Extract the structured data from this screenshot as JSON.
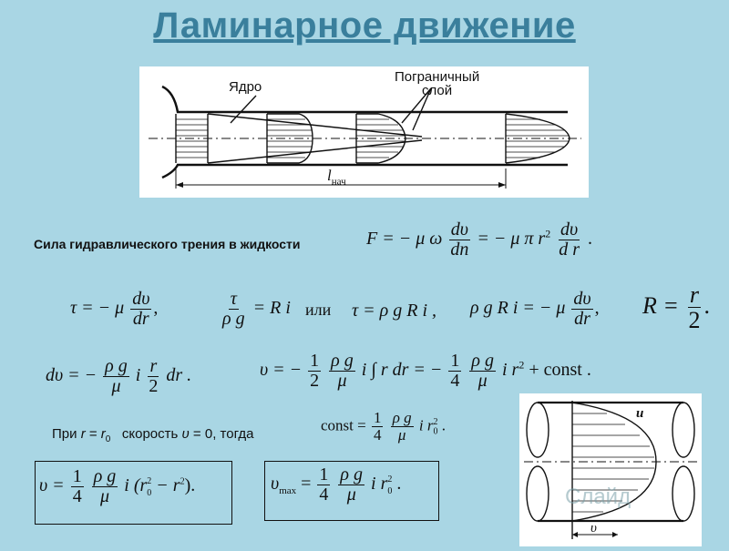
{
  "title": "Ламинарное движение",
  "diagram_top": {
    "core_label": "Ядро",
    "boundary_label_1": "Пограничный",
    "boundary_label_2": "слой",
    "length_label": "l",
    "length_sub": "нач"
  },
  "friction_label": "Сила гидравлического трения в жидкости",
  "eq_F": {
    "lhs": "F = − μ ω",
    "num1": "dυ",
    "den1": "dn",
    "mid": "= − μ π r",
    "sq": "2",
    "num2": "dυ",
    "den2": "d r",
    "end": "."
  },
  "eq_tau1": {
    "lhs": "τ = − μ",
    "num": "dυ",
    "den": "dr",
    "end": ","
  },
  "eq_tau2": {
    "num": "τ",
    "den": "ρ g",
    "rhs": "= R i"
  },
  "or_word": "или",
  "eq_tau3": {
    "text": "τ = ρ g R i ,"
  },
  "eq_rhog": {
    "lhs": "ρ g R i = − μ",
    "num": "dυ",
    "den": "dr",
    "end": ","
  },
  "eq_R": {
    "lhs": "R =",
    "num": "r",
    "den": "2",
    "end": "."
  },
  "eq_dv": {
    "lhs": "dυ = −",
    "num1": "ρ g",
    "den1": "μ",
    "mid": "i",
    "num2": "r",
    "den2": "2",
    "end": "dr ."
  },
  "eq_v": {
    "lhs": "υ = −",
    "n1": "1",
    "d1": "2",
    "n2": "ρ g",
    "d2": "μ",
    "mid": "i ∫ r dr = −",
    "n3": "1",
    "d3": "4",
    "n4": "ρ g",
    "d4": "μ",
    "tail": "i r",
    "sq": "2",
    "end": "+ const ."
  },
  "condition": {
    "pre": "При",
    "r": "r",
    "eq": "=",
    "r0": "r",
    "sub0": "0",
    "mid": "скорость",
    "v": "υ",
    "post": "= 0, тогда"
  },
  "eq_const": {
    "lhs": "const =",
    "n1": "1",
    "d1": "4",
    "n2": "ρ g",
    "d2": "μ",
    "tail": "i r",
    "sub": "0",
    "sq": "2",
    "end": "."
  },
  "eq_box1": {
    "lhs": "υ =",
    "n1": "1",
    "d1": "4",
    "n2": "ρ g",
    "d2": "μ",
    "tail1": "i (r",
    "sub": "0",
    "sq1": "2",
    "tail2": "− r",
    "sq2": "2",
    "end": ")."
  },
  "eq_box2": {
    "lhs": "υ",
    "sub": "max",
    "eq": "=",
    "n1": "1",
    "d1": "4",
    "n2": "ρ g",
    "d2": "μ",
    "tail": "i r",
    "sub0": "0",
    "sq": "2",
    "end": "."
  },
  "diagram_pipe": {
    "u_label": "u",
    "v_label": "υ"
  },
  "watermark": "Слайд"
}
